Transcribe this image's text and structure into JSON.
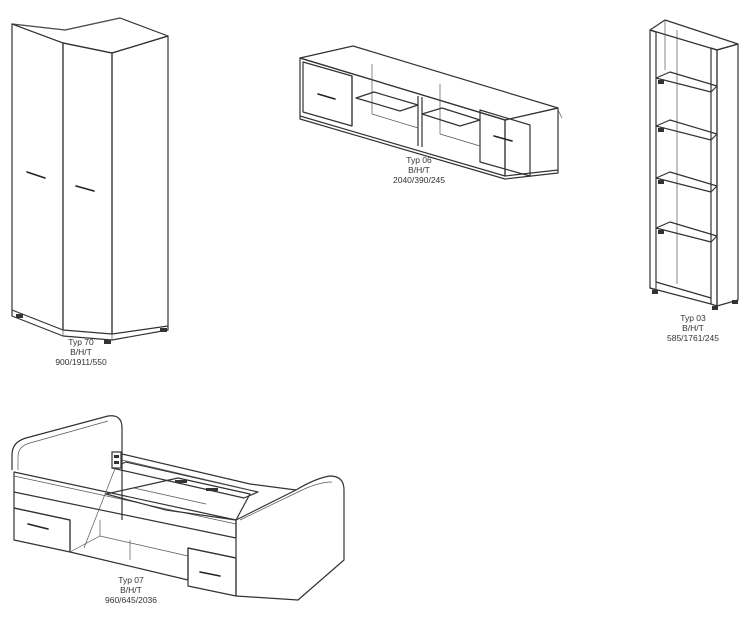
{
  "items": [
    {
      "id": "wardrobe",
      "type": "Typ 70",
      "label": "B/H/T",
      "dims": "900/1911/550"
    },
    {
      "id": "wall-shelf",
      "type": "Typ 06",
      "label": "B/H/T",
      "dims": "2040/390/245"
    },
    {
      "id": "bookcase",
      "type": "Typ 03",
      "label": "B/H/T",
      "dims": "585/1761/245"
    },
    {
      "id": "bed",
      "type": "Typ 07",
      "label": "B/H/T",
      "dims": "960/645/2036"
    }
  ]
}
